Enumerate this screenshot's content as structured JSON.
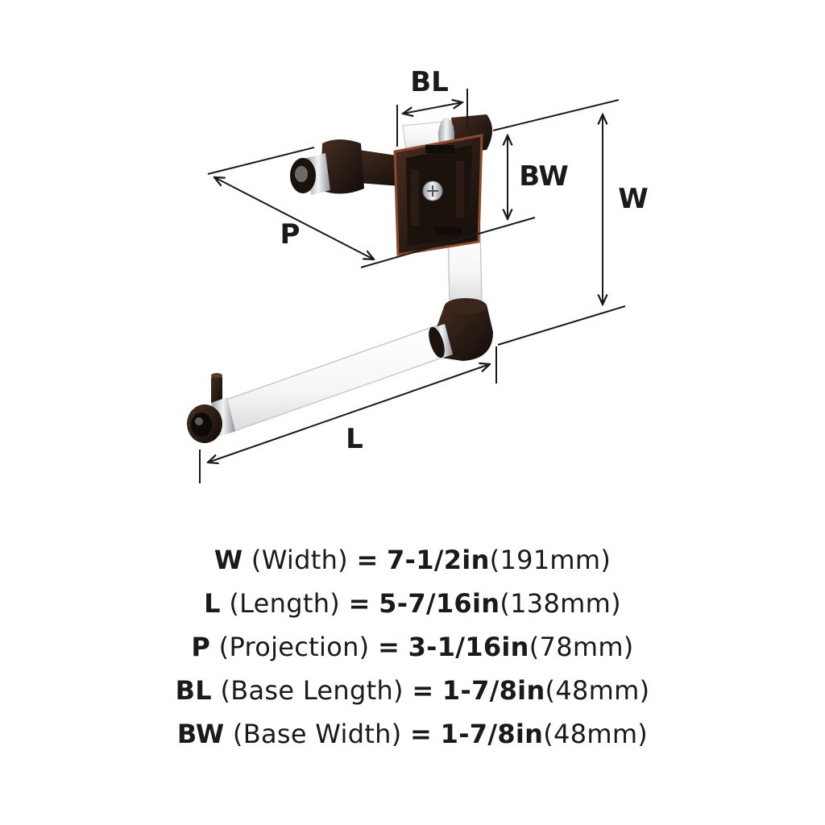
{
  "diagram": {
    "labels": {
      "bl": "BL",
      "bw": "BW",
      "w": "W",
      "p": "P",
      "l": "L"
    },
    "colors": {
      "bronze": "#2b1d16",
      "bronze_dark": "#17100c",
      "bronze_edge": "#8a4a2a",
      "acrylic": "#fbfbfb",
      "acrylic_edge": "#c9c9c9",
      "chrome": "#cfd2d6",
      "line": "#1a1a1a"
    }
  },
  "specs": [
    {
      "code": "W",
      "name": "(Width)",
      "eq": "=",
      "imperial": "7-1/2in",
      "metric": "(191mm)"
    },
    {
      "code": "L",
      "name": "(Length)",
      "eq": "=",
      "imperial": "5-7/16in",
      "metric": "(138mm)"
    },
    {
      "code": "P",
      "name": "(Projection)",
      "eq": "=",
      "imperial": "3-1/16in",
      "metric": "(78mm)"
    },
    {
      "code": "BL",
      "name": "(Base Length)",
      "eq": "=",
      "imperial": "1-7/8in",
      "metric": "(48mm)"
    },
    {
      "code": "BW",
      "name": "(Base Width)",
      "eq": "=",
      "imperial": "1-7/8in",
      "metric": "(48mm)"
    }
  ]
}
